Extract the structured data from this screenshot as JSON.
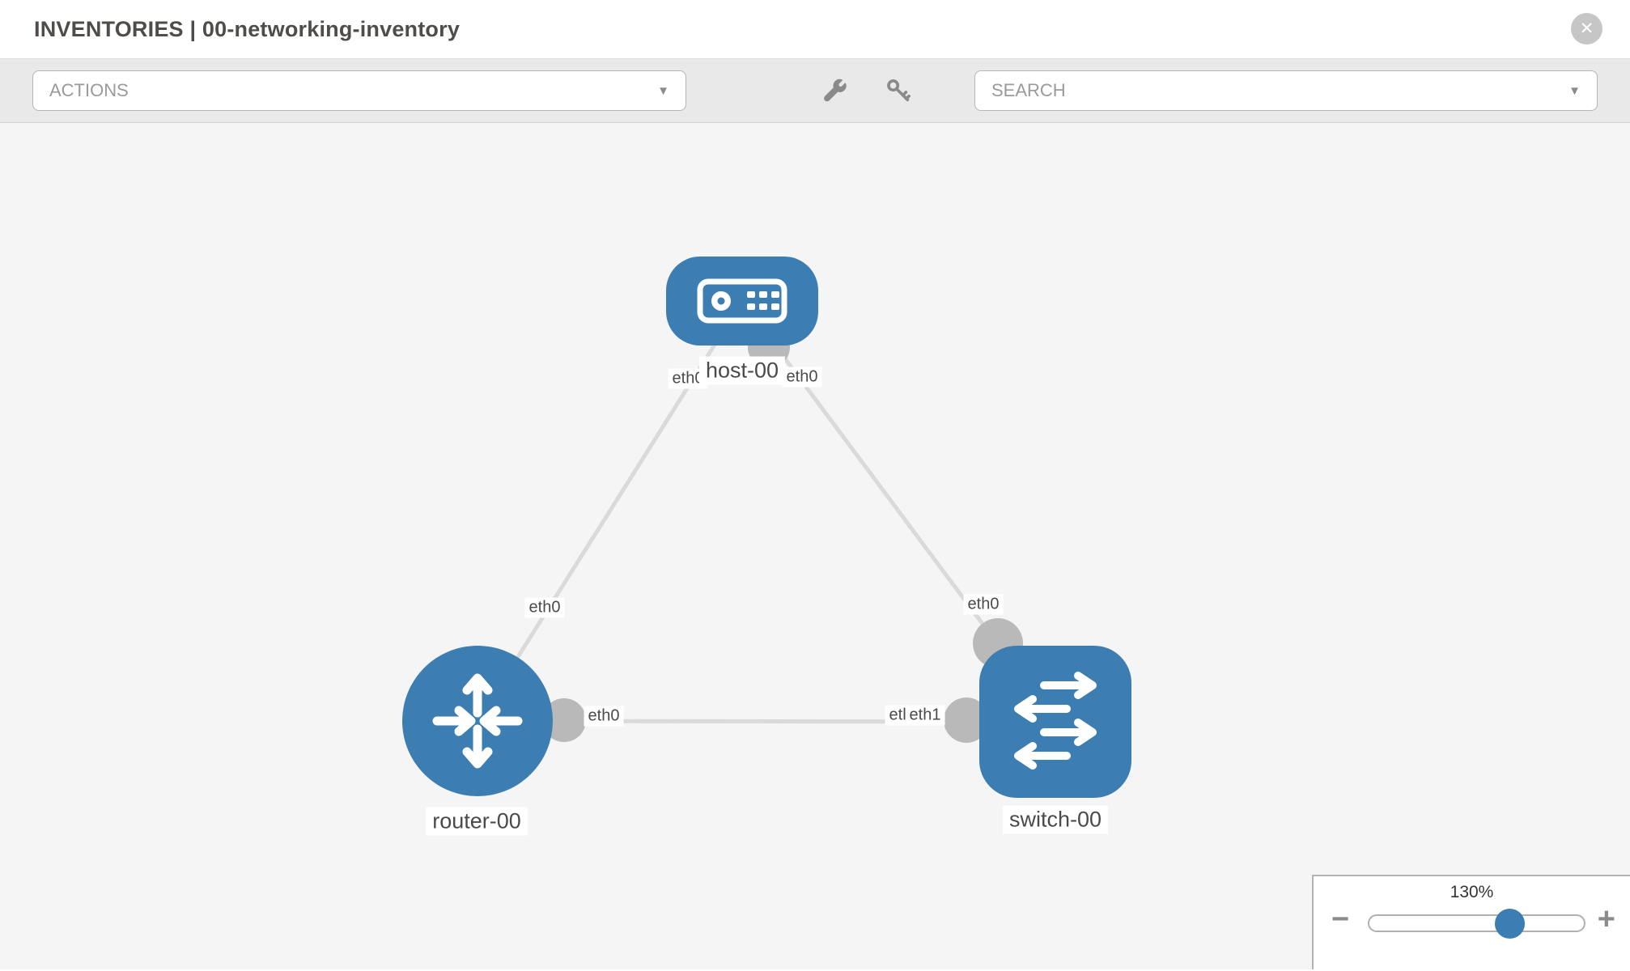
{
  "header": {
    "title": "INVENTORIES | 00-networking-inventory",
    "close_glyph": "✕"
  },
  "toolbar": {
    "actions_label": "ACTIONS",
    "search_label": "SEARCH",
    "caret_glyph": "▼",
    "icons": [
      "wrench-icon",
      "key-icon"
    ]
  },
  "topology": {
    "nodes": [
      {
        "id": "host-00",
        "type": "host",
        "label": "host-00"
      },
      {
        "id": "router-00",
        "type": "router",
        "label": "router-00"
      },
      {
        "id": "switch-00",
        "type": "switch",
        "label": "switch-00"
      }
    ],
    "links": [
      {
        "source": "host-00",
        "target": "router-00",
        "source_interface": "eth0",
        "target_interface": "eth0"
      },
      {
        "source": "host-00",
        "target": "switch-00",
        "source_interface": "eth0",
        "target_interface": "eth0"
      },
      {
        "source": "router-00",
        "target": "switch-00",
        "source_interface": "eth0",
        "target_interface": "eth1"
      }
    ],
    "switch_left_ghost_label": "eth0"
  },
  "zoom_control": {
    "level": "130%",
    "minus_glyph": "−",
    "plus_glyph": "+"
  },
  "colors": {
    "node_blue": "#3c7db2",
    "link_gray": "#dadada",
    "interface_gray": "#b9b9b9",
    "canvas_bg": "#f5f5f5",
    "toolbar_bg": "#e9e9e9"
  }
}
